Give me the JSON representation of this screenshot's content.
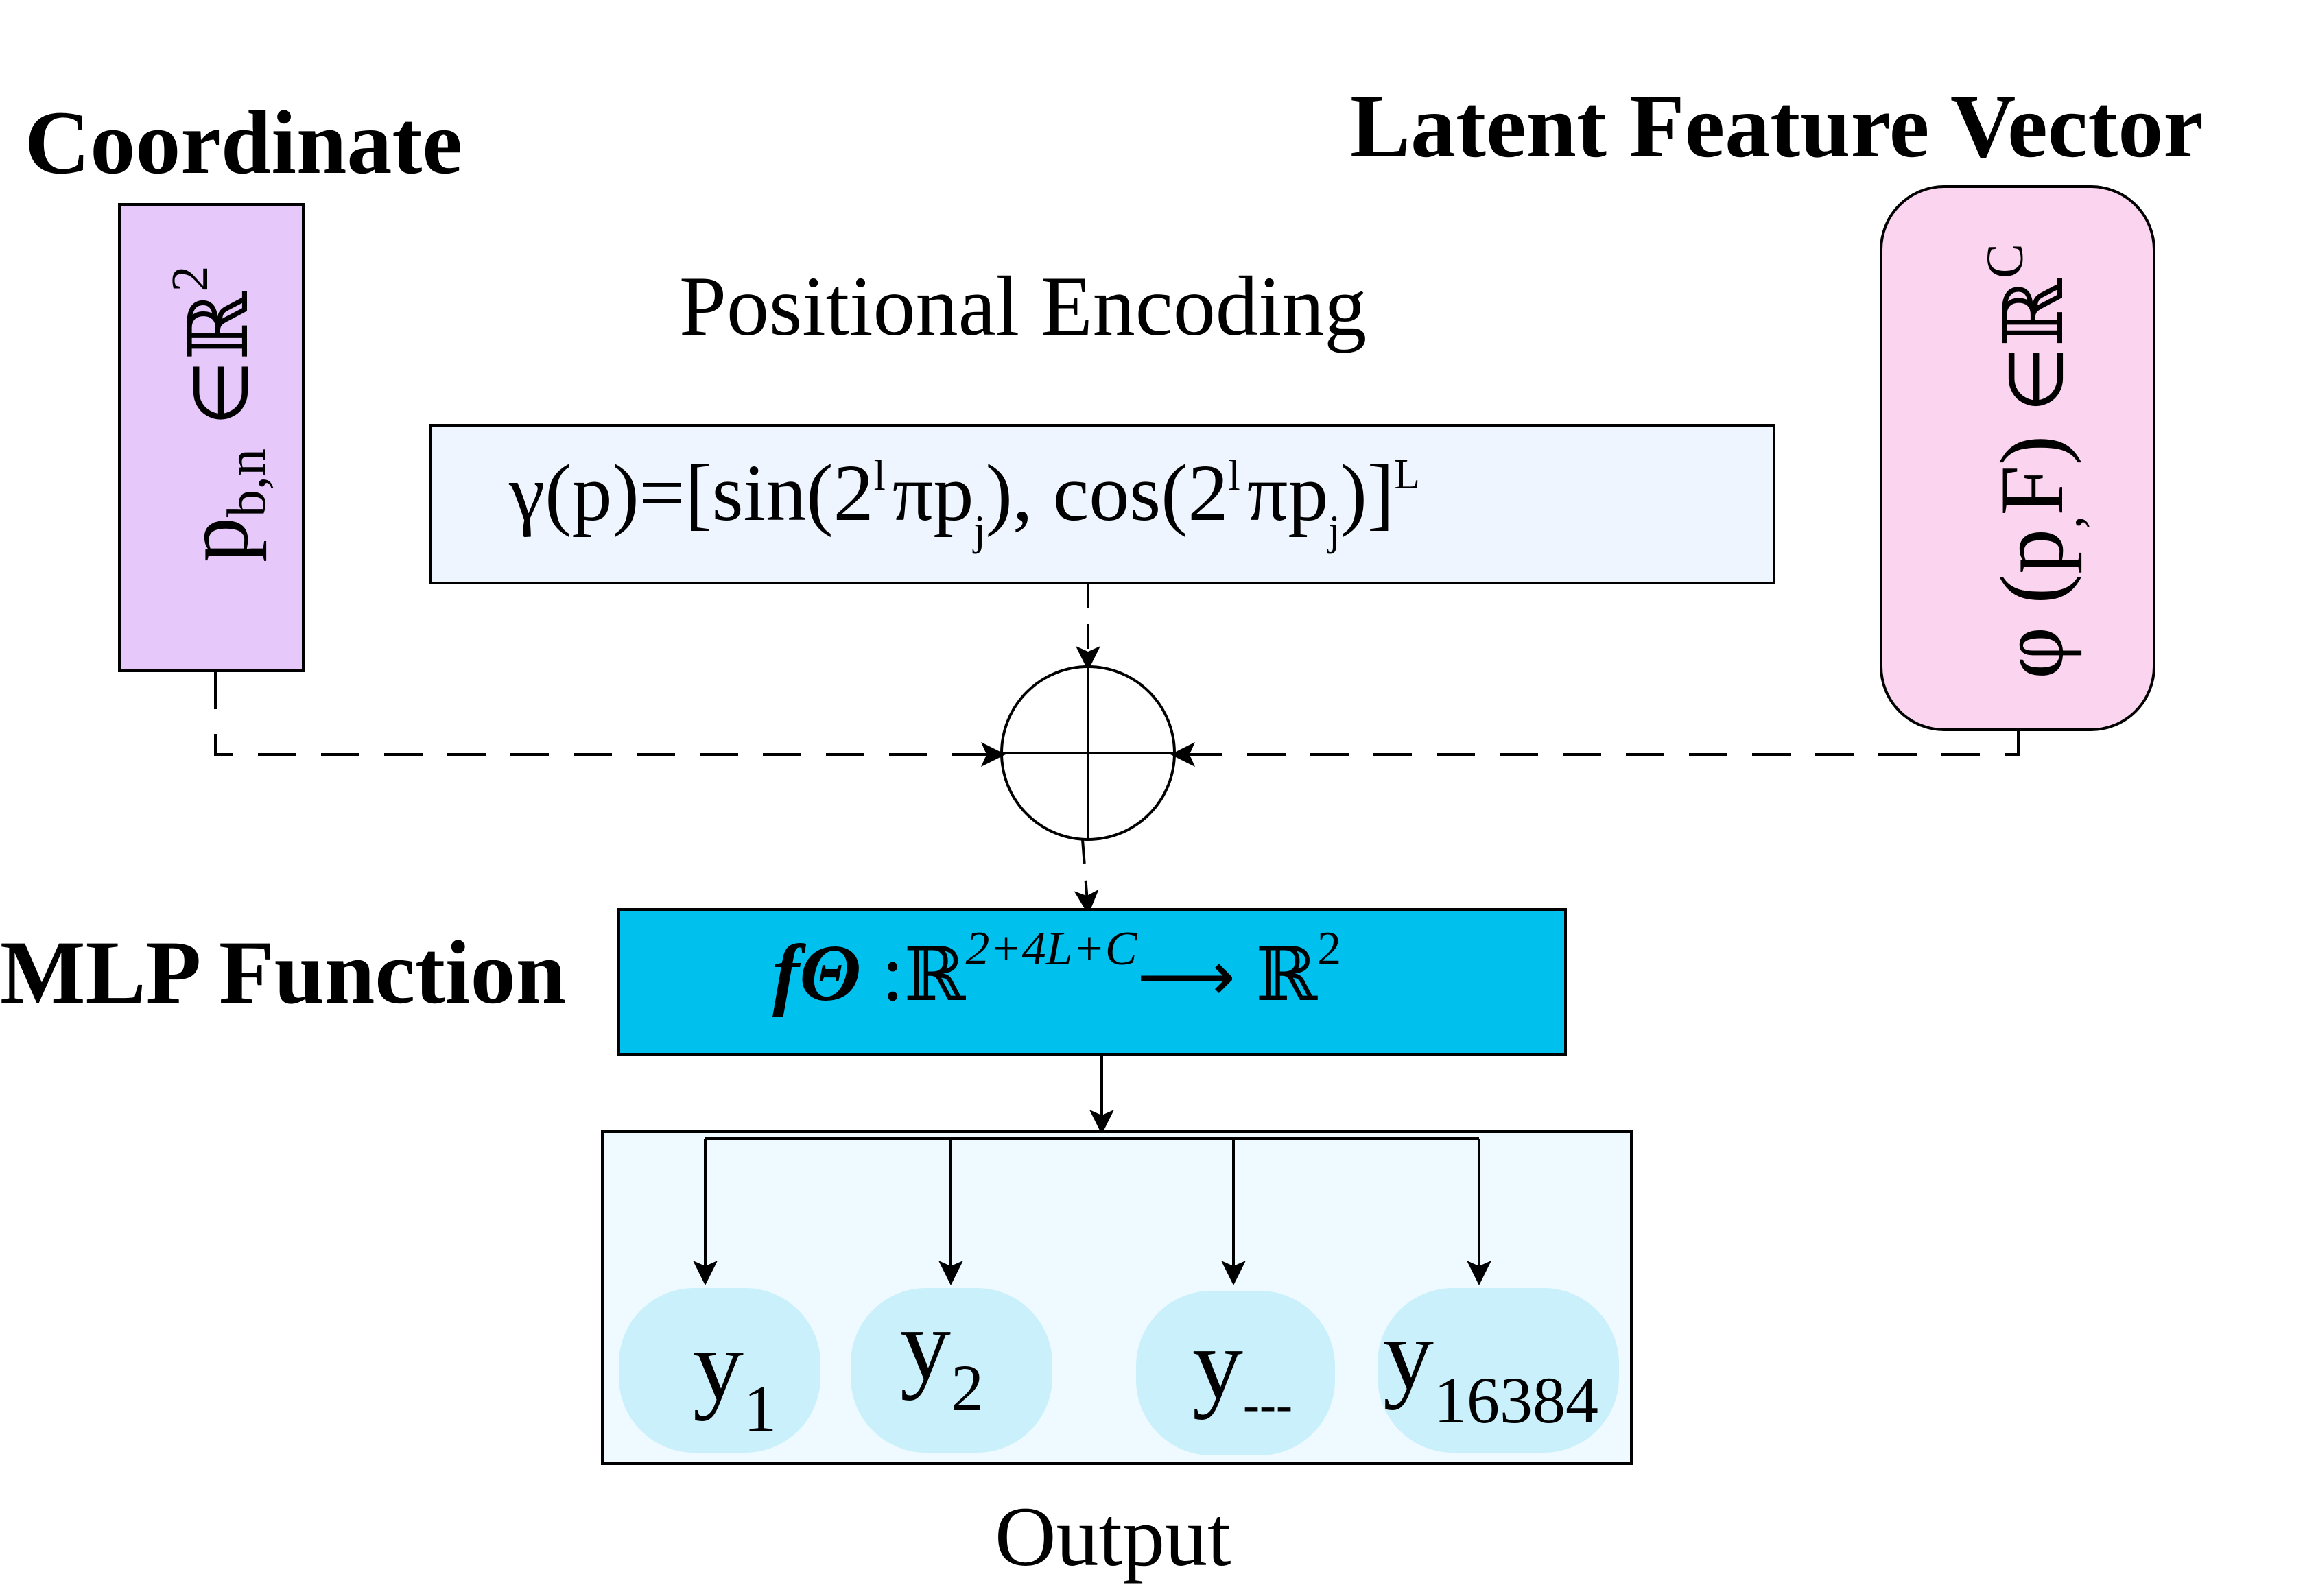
{
  "labels": {
    "coordinate": "Coordinate",
    "latent_feature_vector": "Latent Feature Vector",
    "positional_encoding": "Positional Encoding",
    "mlp_function": "MLP Function",
    "output": "Output"
  },
  "coordinate_box": {
    "symbol": "p",
    "subscript": "b,n",
    "member_of": "∈",
    "set": "ℝ",
    "superscript": "2"
  },
  "latent_box": {
    "phi": "φ",
    "open": "(p",
    "comma": ",",
    "F": "F)",
    "member_of": "∈",
    "set": "ℝ",
    "superscript": "C"
  },
  "encoding_formula": {
    "lhs": "γ(p)=[sin(2",
    "exp1": "l",
    "pi1": "πp",
    "sub1": "j",
    "mid": "), cos(2",
    "exp2": "l",
    "pi2": "πp",
    "sub2": "j",
    "end": ")]",
    "sup_end": "L"
  },
  "mlp_formula": {
    "f": "fΘ",
    "colon": " :",
    "set_in": "ℝ",
    "sup_in": "2+4L+C",
    "arrow": "⟶",
    "set_out": "ℝ",
    "sup_out": "2"
  },
  "outputs": [
    {
      "symbol": "y",
      "sub": "1"
    },
    {
      "symbol": "y",
      "sub": "2"
    },
    {
      "symbol": "y",
      "sub": "---"
    },
    {
      "symbol": "y",
      "sub": "16384"
    }
  ],
  "colors": {
    "coordinate_fill": "#e6c8fb",
    "latent_fill": "#fbd4ef",
    "encoding_fill": "#eef5ff",
    "mlp_fill": "#00c0ee",
    "output_box_fill": "#eefaff",
    "output_node_fill": "#c9f0fb",
    "stroke": "#000000"
  }
}
